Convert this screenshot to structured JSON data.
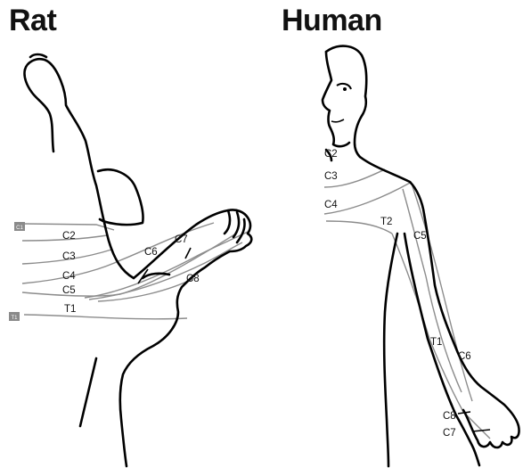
{
  "panels": {
    "rat": {
      "title": "Rat",
      "labels": [
        "C2",
        "C3",
        "C4",
        "C5",
        "C6",
        "C7",
        "C8",
        "T1"
      ],
      "edge_markers": [
        "C1",
        "T1"
      ]
    },
    "human": {
      "title": "Human",
      "labels": [
        "C2",
        "C3",
        "C4",
        "T2",
        "C5",
        "T1",
        "C6",
        "C8",
        "C7"
      ]
    }
  },
  "colors": {
    "outline": "#000000",
    "dermatome_line": "#8c8c8c",
    "marker_box": "#8a8a8a"
  }
}
